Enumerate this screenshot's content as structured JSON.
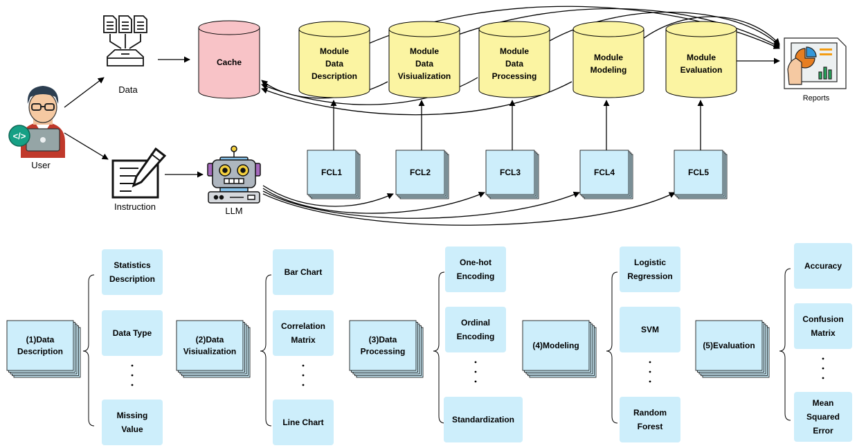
{
  "top": {
    "user_label": "User",
    "data_label": "Data",
    "instruction_label": "Instruction",
    "llm_label": "LLM",
    "reports_label": "Reports",
    "cache_label": "Cache",
    "modules": [
      {
        "lines": [
          "Module",
          "Data",
          "Description"
        ]
      },
      {
        "lines": [
          "Module",
          "Data",
          "Visiualization"
        ]
      },
      {
        "lines": [
          "Module",
          "Data",
          "Processing"
        ]
      },
      {
        "lines": [
          "Module",
          "Modeling"
        ]
      },
      {
        "lines": [
          "Module",
          "Evaluation"
        ]
      }
    ],
    "fcl": [
      "FCL1",
      "FCL2",
      "FCL3",
      "FCL4",
      "FCL5"
    ]
  },
  "bottom": {
    "groups": [
      {
        "title": [
          "(1)Data",
          "Description"
        ],
        "items": [
          [
            "Statistics",
            "Description"
          ],
          [
            "Data Type"
          ],
          [
            "Missing",
            "Value"
          ]
        ]
      },
      {
        "title": [
          "(2)Data",
          "Visiualization"
        ],
        "items": [
          [
            "Bar Chart"
          ],
          [
            "Correlation",
            "Matrix"
          ],
          [
            "Line Chart"
          ]
        ]
      },
      {
        "title": [
          "(3)Data",
          "Processing"
        ],
        "items": [
          [
            "One-hot",
            "Encoding"
          ],
          [
            "Ordinal",
            "Encoding"
          ],
          [
            "Standardization"
          ]
        ]
      },
      {
        "title": [
          "(4)Modeling"
        ],
        "items": [
          [
            "Logistic",
            "Regression"
          ],
          [
            "SVM"
          ],
          [
            "Random",
            "Forest"
          ]
        ]
      },
      {
        "title": [
          "(5)Evaluation"
        ],
        "items": [
          [
            "Accuracy"
          ],
          [
            "Confusion",
            "Matrix"
          ],
          [
            "Mean",
            "Squared",
            "Error"
          ]
        ]
      }
    ]
  },
  "colors": {
    "cache_fill": "#f8c3c7",
    "module_fill": "#fbf4a2",
    "box_fill": "#cdeefb",
    "line": "#000000"
  }
}
